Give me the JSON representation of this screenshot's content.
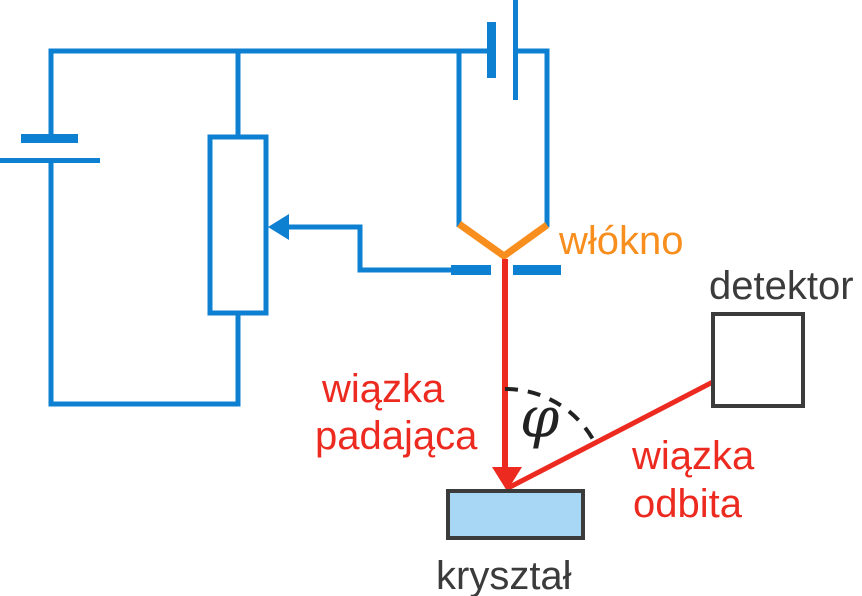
{
  "diagram": {
    "description": "electron diffraction experiment schematic",
    "labels": {
      "filament": "włókno",
      "detector": "detektor",
      "incident_beam_line1": "wiązka",
      "incident_beam_line2": "padająca",
      "reflected_beam_line1": "wiązka",
      "reflected_beam_line2": "odbita",
      "crystal": "kryształ",
      "angle_symbol": "φ"
    },
    "colors": {
      "background": "#ffffff",
      "circuit_blue": "#0e80d2",
      "filament_orange": "#f78e1e",
      "beam_red": "#ed2a20",
      "crystal_fill": "#a8d7f6",
      "outline_dark": "#3b3b3b",
      "angle_black": "#222222"
    }
  }
}
